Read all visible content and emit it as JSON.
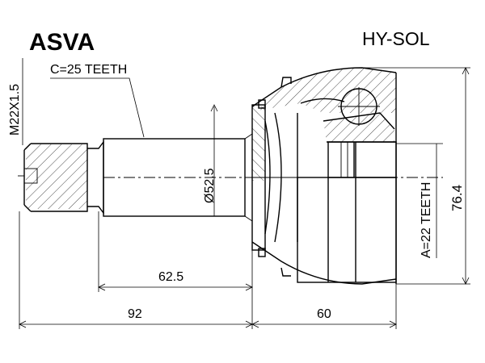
{
  "drawing": {
    "brand": "ASVA",
    "part_code": "HY-SOL",
    "thread_label": "M22X1.5",
    "c_teeth_label": "C=25 TEETH",
    "a_teeth_label": "A=22 TEETH",
    "diameter_label": "Ø52.5",
    "overall_height_label": "76.4",
    "dim_shaft_length": "62.5",
    "dim_left_length": "92",
    "dim_right_length": "60"
  }
}
